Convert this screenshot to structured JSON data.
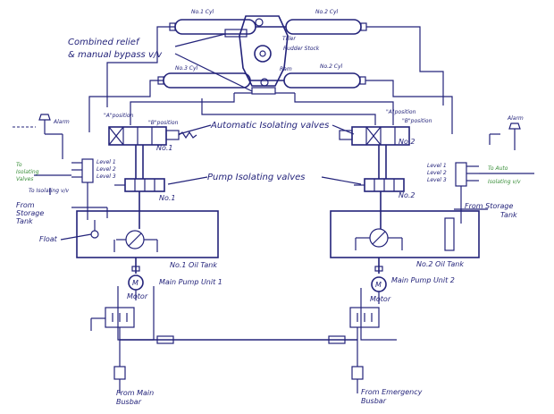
{
  "diagram": {
    "labels": {
      "cyl1": "No.1 Cyl",
      "cyl2_top": "No.2 Cyl",
      "cyl3": "No.3 Cyl",
      "cyl2_bottom": "No.2 Cyl",
      "tiller": "Tiller",
      "rudder_stock": "Rudder Stock",
      "ram": "Ram",
      "combined_relief": "Combined relief",
      "manual_bypass": "& manual bypass v/v",
      "alarm_left": "Alarm",
      "alarm_right": "Alarm",
      "pos_left_a": "\"A\"position",
      "pos_left_b": "\"B\"position",
      "pos_right_a": "\"A\"position",
      "pos_right_b": "\"B\"position",
      "auto_isolating": "Automatic Isolating valves",
      "no1_valve": "No.1",
      "no2_valve": "No.2",
      "pump_isolating": "Pump Isolating valves",
      "no1_pump_valve": "No.1",
      "no2_pump_valve": "No.2",
      "level1_left": "Level 1",
      "level2_left": "Level 2",
      "level3_left": "Level 3",
      "level1_right": "Level 1",
      "level2_right": "Level 2",
      "level3_right": "Level 3",
      "green_left_1": "To",
      "green_left_2": "Isolating",
      "green_left_3": "Valves",
      "green_right_1": "To Auto",
      "green_right_2": "Isolating v/v",
      "to_isolating_left": "To Isolating v/v",
      "from_storage_left_1": "From",
      "from_storage_left_2": "Storage",
      "from_storage_left_3": "Tank",
      "from_storage_right_1": "From Storage",
      "from_storage_right_2": "Tank",
      "float": "Float",
      "oil_tank_1": "No.1 Oil Tank",
      "oil_tank_2": "No.2 Oil Tank",
      "motor_1": "Motor",
      "motor_2": "Motor",
      "motor_symbol": "M",
      "pump_unit_1": "Main Pump Unit 1",
      "pump_unit_2": "Main Pump Unit 2",
      "bus_left_1": "From Main",
      "bus_left_2": "Busbar",
      "bus_right_1": "From Emergency",
      "bus_right_2": "Busbar"
    },
    "colors": {
      "ink": "#23237a",
      "green": "#3a8f3a",
      "paper": "#ffffff"
    }
  }
}
